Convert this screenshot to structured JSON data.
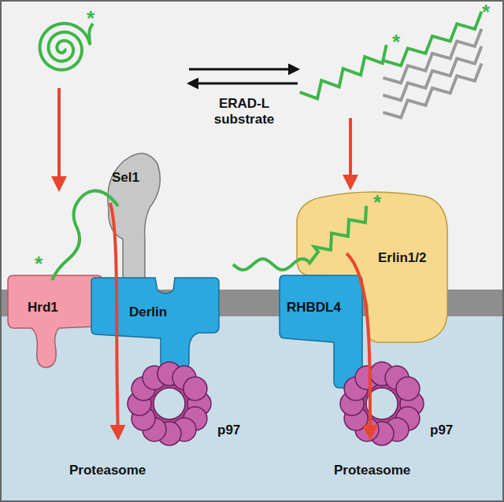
{
  "diagram": {
    "nodes": [
      {
        "text": [
          "Sel1"
        ]
      },
      {
        "text": [
          "Hrd1"
        ]
      },
      {
        "text": [
          "Derlin"
        ]
      },
      {
        "text": [
          "p97"
        ]
      },
      {
        "text": [
          "Erlin1/2"
        ]
      },
      {
        "text": [
          "RHBDL4"
        ]
      },
      {
        "text": [
          "p97"
        ]
      }
    ],
    "labels": [
      "*",
      "ERAD-L substrate",
      "*",
      "*",
      "*",
      "*",
      "Proteasome",
      "Proteasome"
    ]
  }
}
